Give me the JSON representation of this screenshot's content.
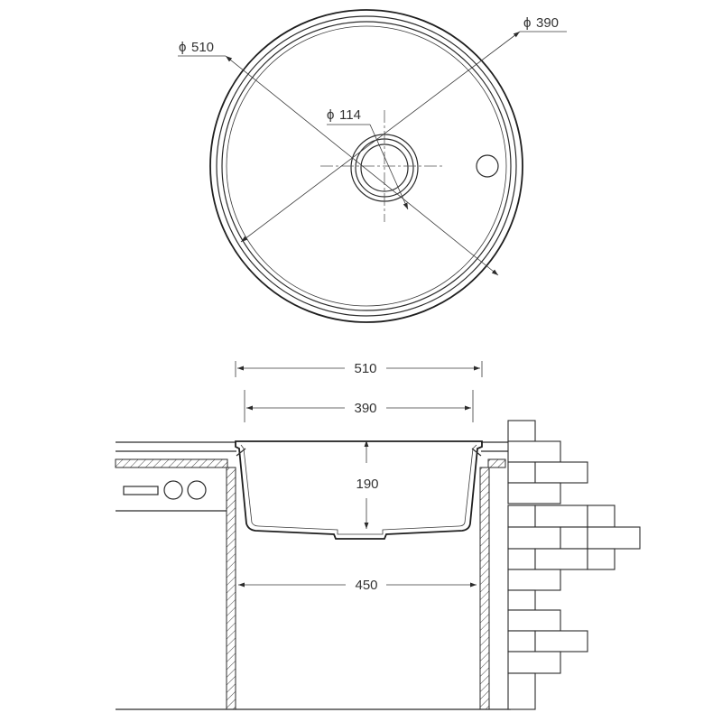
{
  "plan_view": {
    "labels": {
      "outer_diameter": "510",
      "bowl_diameter": "390",
      "drain_diameter": "114"
    }
  },
  "section_view": {
    "labels": {
      "overall_width": "510",
      "bowl_width": "390",
      "bowl_depth": "190",
      "cabinet_width": "450"
    }
  },
  "colors": {
    "line": "#2b2b2b",
    "text": "#333333",
    "background": "#ffffff"
  }
}
